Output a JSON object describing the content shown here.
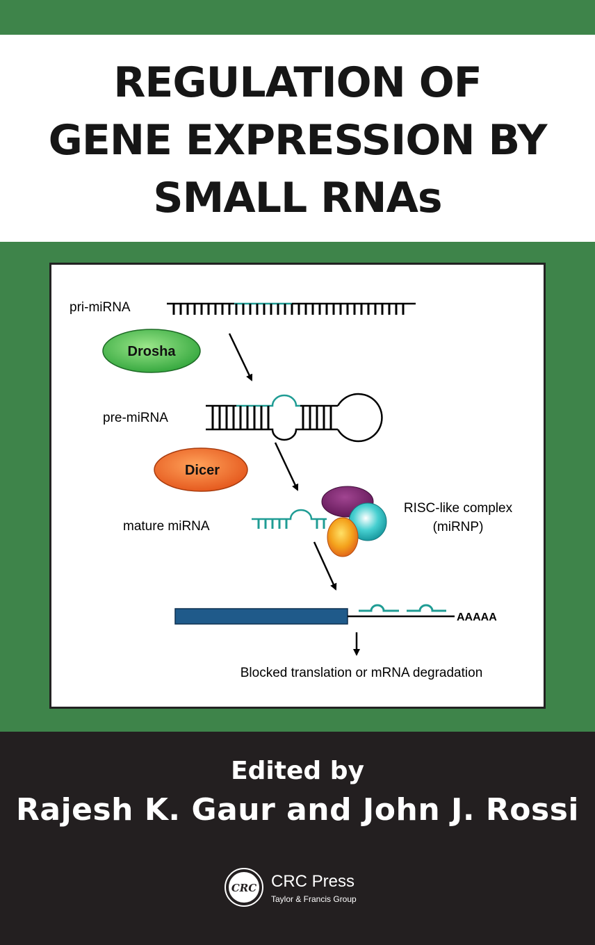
{
  "cover": {
    "title_lines": [
      "REGULATION OF",
      "GENE EXPRESSION BY",
      "SMALL RNAs"
    ],
    "edited_by": "Edited by",
    "editors": "Rajesh K. Gaur and John J. Rossi"
  },
  "diagram": {
    "labels": {
      "pri": "pri-miRNA",
      "pre": "pre-miRNA",
      "mature": "mature miRNA",
      "risc_line1": "RISC-like complex",
      "risc_line2": "(miRNP)",
      "polya": "AAAAA",
      "outcome": "Blocked translation or mRNA degradation"
    },
    "enzymes": {
      "drosha": "Drosha",
      "dicer": "Dicer"
    }
  },
  "publisher": {
    "logo_text": "CRC",
    "name": "CRC Press",
    "group": "Taylor & Francis Group"
  },
  "colors": {
    "green_band": "#3e844a",
    "dark_band": "#231f20",
    "mirna_teal": "#1f9c94",
    "mrna_blue": "#1f5a8a",
    "drosha_green": "#3bb339",
    "dicer_orange": "#ef6a1e",
    "risc_purple": "#7a1f6e",
    "risc_cyan": "#39c4c4",
    "risc_orange": "#f29a1a"
  }
}
